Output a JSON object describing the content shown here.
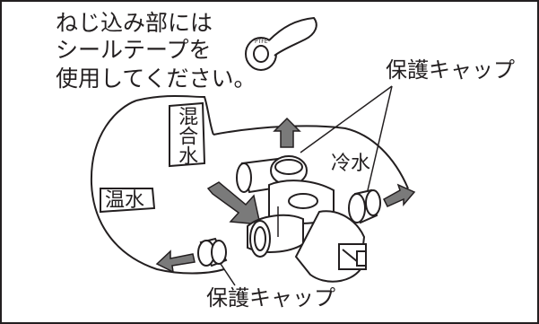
{
  "instruction": {
    "line1": "ねじ込み部には",
    "line2": "シールテープを",
    "line3": "使用してください。"
  },
  "labels": {
    "protective_cap_top": "保護キャップ",
    "protective_cap_bottom": "保護キャップ",
    "cold_water": "冷水",
    "hot_water": "温水",
    "mixed_water": "混合水"
  },
  "tape_roll_text": "PTFE",
  "colors": {
    "line": "#231f20",
    "arrow_fill": "#7a7a7a",
    "background": "#ffffff"
  }
}
